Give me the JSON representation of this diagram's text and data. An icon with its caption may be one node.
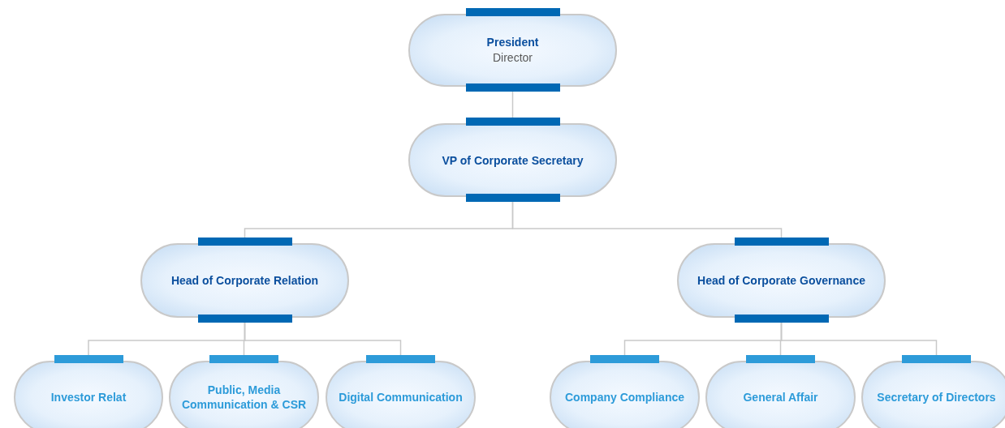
{
  "diagram": {
    "nodes": [
      {
        "text": [
          "President",
          "Director"
        ]
      },
      {
        "text": [
          "VP of Corporate Secretary"
        ]
      },
      {
        "text": [
          "Head of Corporate Relation"
        ]
      },
      {
        "text": [
          "Head of Corporate Governance"
        ]
      },
      {
        "text": [
          "Investor Relat"
        ]
      },
      {
        "text": [
          "Public, Media Communication & CSR"
        ]
      },
      {
        "text": [
          "Digital Communication"
        ]
      },
      {
        "text": [
          "Company Compliance"
        ]
      },
      {
        "text": [
          "General Affair"
        ]
      },
      {
        "text": [
          "Secretary of Directors"
        ]
      }
    ],
    "edges": [
      {
        "from": 0,
        "to": 1,
        "arrow": "none"
      },
      {
        "from": 1,
        "to": 2,
        "arrow": "none"
      },
      {
        "from": 1,
        "to": 3,
        "arrow": "none"
      },
      {
        "from": 2,
        "to": 4,
        "arrow": "none"
      },
      {
        "from": 2,
        "to": 5,
        "arrow": "none"
      },
      {
        "from": 2,
        "to": 6,
        "arrow": "none"
      },
      {
        "from": 3,
        "to": 7,
        "arrow": "none"
      },
      {
        "from": 3,
        "to": 8,
        "arrow": "none"
      },
      {
        "from": 3,
        "to": 9,
        "arrow": "none"
      }
    ]
  }
}
